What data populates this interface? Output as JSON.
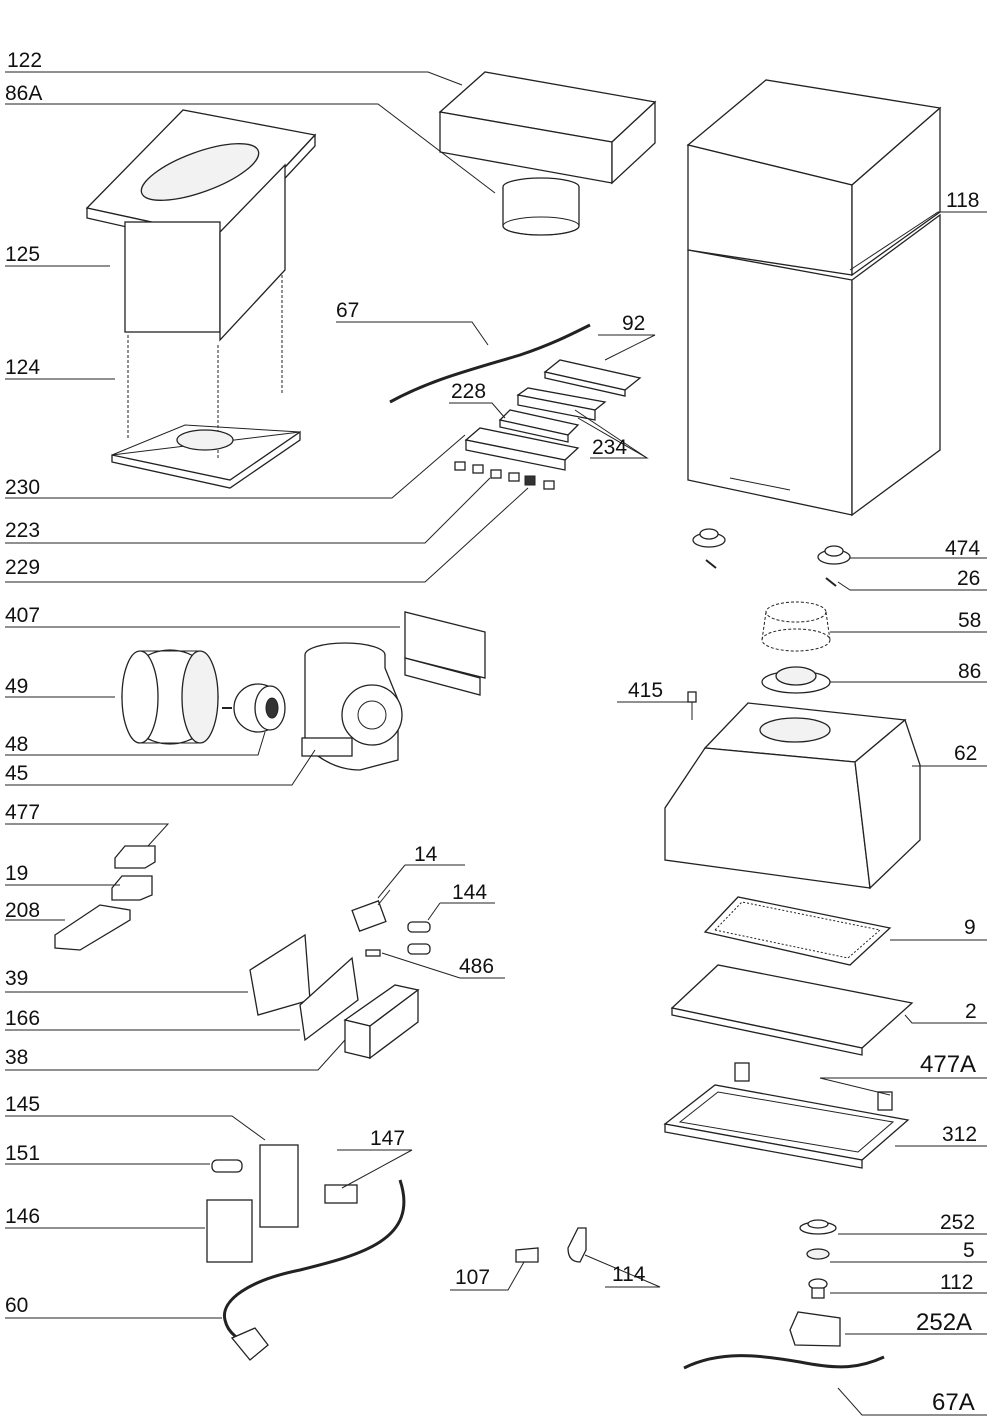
{
  "labels": {
    "l122": "122",
    "l86a": "86A",
    "l125": "125",
    "l124": "124",
    "l230": "230",
    "l223": "223",
    "l229": "229",
    "l407": "407",
    "l49": "49",
    "l48": "48",
    "l45": "45",
    "l477": "477",
    "l19": "19",
    "l208": "208",
    "l39": "39",
    "l166": "166",
    "l38": "38",
    "l145": "145",
    "l151": "151",
    "l146": "146",
    "l60": "60",
    "l67": "67",
    "l92": "92",
    "l228": "228",
    "l234": "234",
    "l14": "14",
    "l144": "144",
    "l486": "486",
    "l147": "147",
    "l107": "107",
    "l114": "114",
    "l118": "118",
    "l474": "474",
    "l26": "26",
    "l58": "58",
    "l86": "86",
    "l415": "415",
    "l62": "62",
    "l9": "9",
    "l2": "2",
    "l477a": "477A",
    "l312": "312",
    "l252": "252",
    "l5": "5",
    "l112": "112",
    "l252a": "252A",
    "l67a": "67A"
  }
}
